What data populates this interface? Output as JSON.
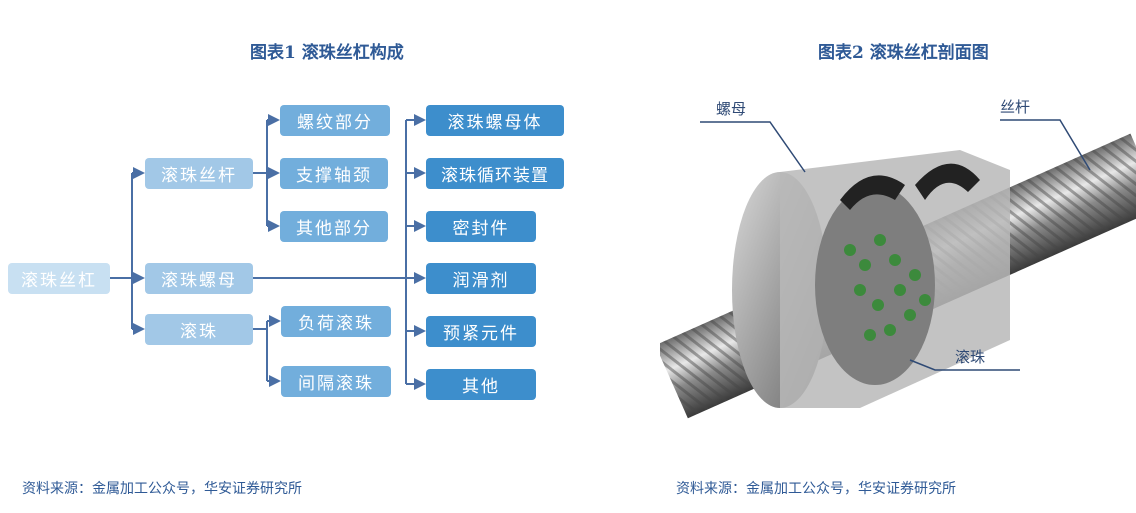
{
  "left": {
    "title": "图表1 滚珠丝杠构成",
    "root": "滚珠丝杠",
    "level2": [
      "滚珠丝杆",
      "滚珠螺母",
      "滚珠"
    ],
    "screw_parts": [
      "螺纹部分",
      "支撑轴颈",
      "其他部分"
    ],
    "ball_parts": [
      "负荷滚珠",
      "间隔滚珠"
    ],
    "nut_parts": [
      "滚珠螺母体",
      "滚珠循环装置",
      "密封件",
      "润滑剂",
      "预紧元件",
      "其他"
    ],
    "source": "资料来源：金属加工公众号，华安证券研究所"
  },
  "right": {
    "title": "图表2 滚珠丝杠剖面图",
    "labels": {
      "nut": "螺母",
      "screw": "丝杆",
      "ball": "滚珠"
    },
    "source": "资料来源：金属加工公众号，华安证券研究所"
  },
  "colors": {
    "title": "#2F5A96",
    "root": "#C8E0F2",
    "level2": "#A2C8E7",
    "level3": "#72AEDC",
    "level4": "#3D8ECC",
    "line": "#4A6FA5"
  }
}
